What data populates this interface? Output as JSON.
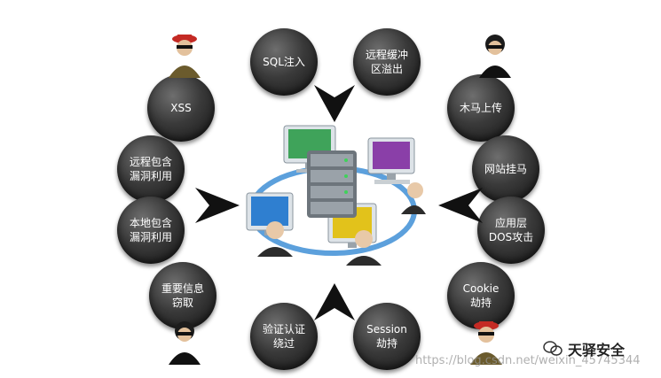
{
  "nodes": {
    "sql": [
      "SQL注入"
    ],
    "overflow": [
      "远程缓冲",
      "区溢出"
    ],
    "xss": [
      "XSS"
    ],
    "trojan": [
      "木马上传"
    ],
    "rfi": [
      "远程包含",
      "漏洞利用"
    ],
    "hijack_site": [
      "网站挂马"
    ],
    "lfi": [
      "本地包含",
      "漏洞利用"
    ],
    "dos": [
      "应用层",
      "DOS攻击"
    ],
    "info": [
      "重要信息",
      "窃取"
    ],
    "cookie": [
      "Cookie",
      "劫持"
    ],
    "auth": [
      "验证认证",
      "绕过"
    ],
    "session": [
      "Session",
      "劫持"
    ]
  },
  "watermark": {
    "url": "https://blog.csdn.net/weixin_45745344",
    "brand": "天驿安全"
  },
  "colors": {
    "node_dark": "#1a1a1a",
    "ring": "#3f8fd6",
    "arrow": "#111111"
  }
}
